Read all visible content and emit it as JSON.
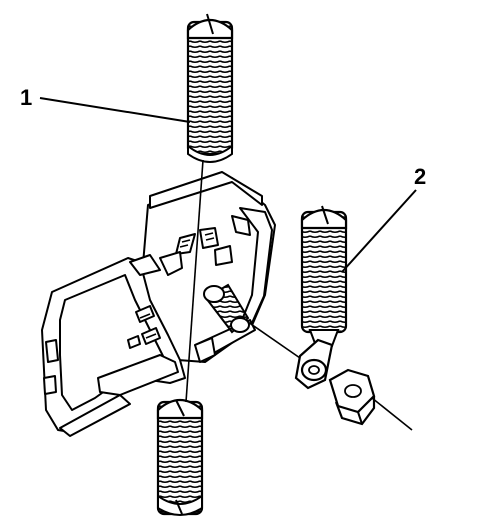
{
  "callouts": [
    {
      "id": "1",
      "label": "1"
    },
    {
      "id": "2",
      "label": "2"
    }
  ],
  "colors": {
    "ink": "#000000",
    "paper": "#ffffff"
  },
  "icons": {
    "stud": "threaded-stud-icon",
    "nut": "hex-nut-icon",
    "terminal": "ring-terminal-icon",
    "bracket": "mounting-bracket-icon"
  }
}
